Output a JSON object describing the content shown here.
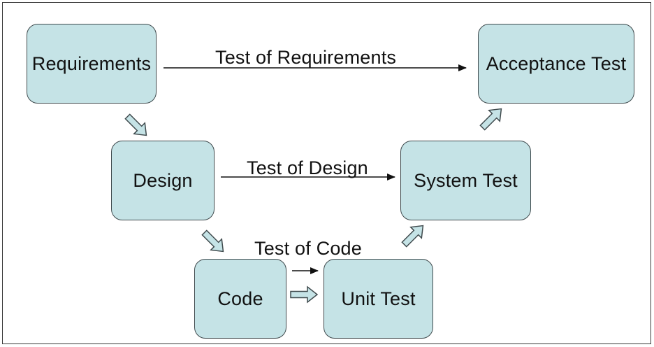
{
  "diagram": {
    "nodes": {
      "requirements": "Requirements",
      "design": "Design",
      "code": "Code",
      "unit_test": "Unit Test",
      "system_test": "System Test",
      "acceptance_test": "Acceptance Test"
    },
    "edges": {
      "test_of_requirements": "Test of Requirements",
      "test_of_design": "Test of Design",
      "test_of_code": "Test of Code"
    }
  },
  "colors": {
    "box_fill": "#c5e3e6",
    "box_border": "#3f4a4d",
    "arrow": "#111111"
  }
}
